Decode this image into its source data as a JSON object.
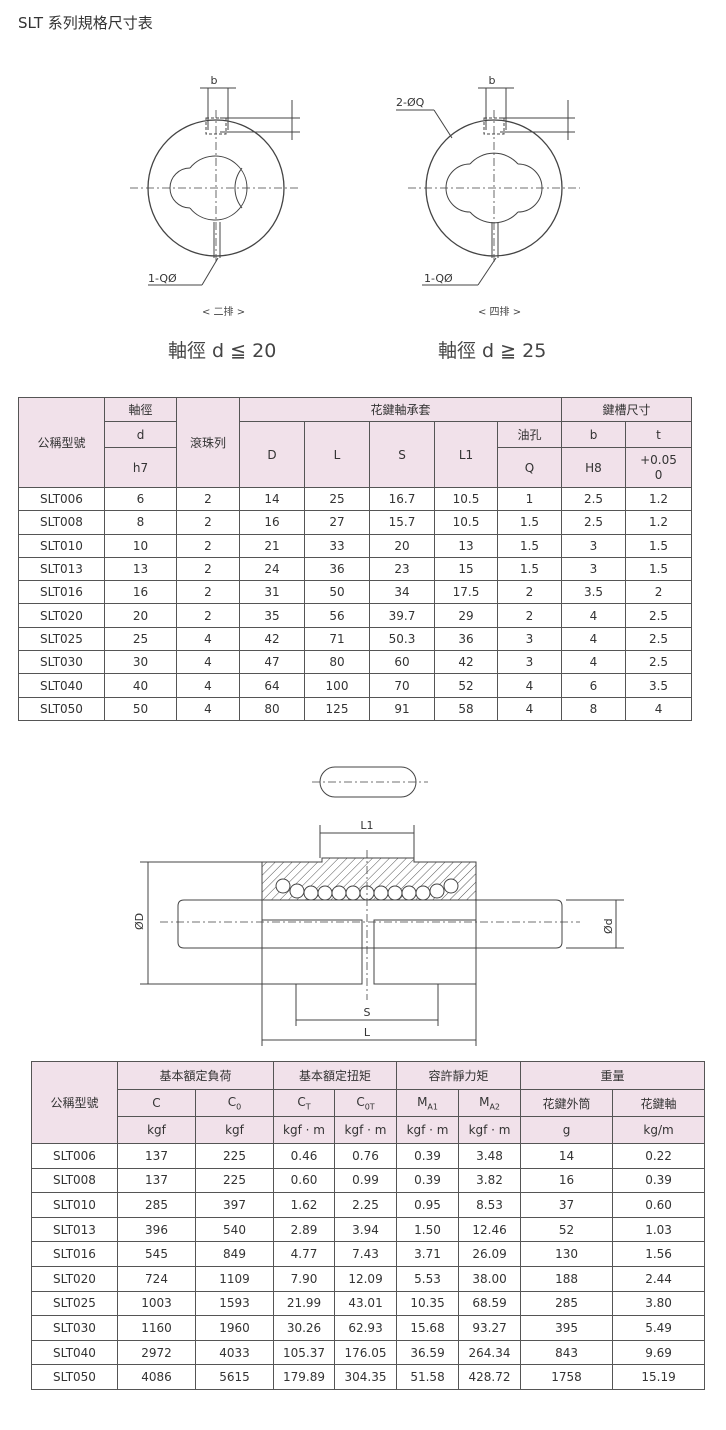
{
  "page_title": "SLT 系列規格尺寸表",
  "diagram1": {
    "dim_b_left": "b",
    "dim_b_right": "b",
    "label_2q": "2-ØQ",
    "label_1q_left": "1-QØ",
    "label_1q_right": "1-QØ",
    "sub_left": "< 二排 >",
    "sub_right": "< 四排 >",
    "caption_left": "軸徑 d ≦ 20",
    "caption_right": "軸徑 d ≧ 25"
  },
  "diagram2": {
    "label_l1": "L1",
    "label_od": "ØD",
    "label_d": "Ød",
    "label_s": "S",
    "label_l": "L"
  },
  "table1": {
    "h_model": "公稱型號",
    "h_shaft": "軸徑",
    "h_balls": "滾珠列",
    "h_bearing": "花鍵軸承套",
    "h_keyway": "鍵槽尺寸",
    "h_d": "d",
    "h_h7": "h7",
    "h_D": "D",
    "h_L": "L",
    "h_S": "S",
    "h_L1": "L1",
    "h_oil": "油孔",
    "h_Q": "Q",
    "h_b": "b",
    "h_H8": "H8",
    "h_t": "t",
    "h_tol1": "+0.05",
    "h_tol2": "0",
    "rows": [
      [
        "SLT006",
        "6",
        "2",
        "14",
        "25",
        "16.7",
        "10.5",
        "1",
        "2.5",
        "1.2"
      ],
      [
        "SLT008",
        "8",
        "2",
        "16",
        "27",
        "15.7",
        "10.5",
        "1.5",
        "2.5",
        "1.2"
      ],
      [
        "SLT010",
        "10",
        "2",
        "21",
        "33",
        "20",
        "13",
        "1.5",
        "3",
        "1.5"
      ],
      [
        "SLT013",
        "13",
        "2",
        "24",
        "36",
        "23",
        "15",
        "1.5",
        "3",
        "1.5"
      ],
      [
        "SLT016",
        "16",
        "2",
        "31",
        "50",
        "34",
        "17.5",
        "2",
        "3.5",
        "2"
      ],
      [
        "SLT020",
        "20",
        "2",
        "35",
        "56",
        "39.7",
        "29",
        "2",
        "4",
        "2.5"
      ],
      [
        "SLT025",
        "25",
        "4",
        "42",
        "71",
        "50.3",
        "36",
        "3",
        "4",
        "2.5"
      ],
      [
        "SLT030",
        "30",
        "4",
        "47",
        "80",
        "60",
        "42",
        "3",
        "4",
        "2.5"
      ],
      [
        "SLT040",
        "40",
        "4",
        "64",
        "100",
        "70",
        "52",
        "4",
        "6",
        "3.5"
      ],
      [
        "SLT050",
        "50",
        "4",
        "80",
        "125",
        "91",
        "58",
        "4",
        "8",
        "4"
      ]
    ]
  },
  "table2": {
    "h_model": "公稱型號",
    "h_load": "基本額定負荷",
    "h_torque": "基本額定扭矩",
    "h_static": "容許靜力矩",
    "h_weight": "重量",
    "h_C": "C",
    "h_C0": "C",
    "h_C0_sub": "0",
    "h_CT": "C",
    "h_CT_sub": "T",
    "h_C0T": "C",
    "h_C0T_sub": "0T",
    "h_MA1": "M",
    "h_MA1_sub": "A1",
    "h_MA2": "M",
    "h_MA2_sub": "A2",
    "h_outer": "花鍵外筒",
    "h_shaft": "花鍵軸",
    "u_kgf1": "kgf",
    "u_kgf2": "kgf",
    "u_kgfm1": "kgf · m",
    "u_kgfm2": "kgf · m",
    "u_kgfm3": "kgf · m",
    "u_kgfm4": "kgf · m",
    "u_g": "g",
    "u_kgm": "kg/m",
    "rows": [
      [
        "SLT006",
        "137",
        "225",
        "0.46",
        "0.76",
        "0.39",
        "3.48",
        "14",
        "0.22"
      ],
      [
        "SLT008",
        "137",
        "225",
        "0.60",
        "0.99",
        "0.39",
        "3.82",
        "16",
        "0.39"
      ],
      [
        "SLT010",
        "285",
        "397",
        "1.62",
        "2.25",
        "0.95",
        "8.53",
        "37",
        "0.60"
      ],
      [
        "SLT013",
        "396",
        "540",
        "2.89",
        "3.94",
        "1.50",
        "12.46",
        "52",
        "1.03"
      ],
      [
        "SLT016",
        "545",
        "849",
        "4.77",
        "7.43",
        "3.71",
        "26.09",
        "130",
        "1.56"
      ],
      [
        "SLT020",
        "724",
        "1109",
        "7.90",
        "12.09",
        "5.53",
        "38.00",
        "188",
        "2.44"
      ],
      [
        "SLT025",
        "1003",
        "1593",
        "21.99",
        "43.01",
        "10.35",
        "68.59",
        "285",
        "3.80"
      ],
      [
        "SLT030",
        "1160",
        "1960",
        "30.26",
        "62.93",
        "15.68",
        "93.27",
        "395",
        "5.49"
      ],
      [
        "SLT040",
        "2972",
        "4033",
        "105.37",
        "176.05",
        "36.59",
        "264.34",
        "843",
        "9.69"
      ],
      [
        "SLT050",
        "4086",
        "5615",
        "179.89",
        "304.35",
        "51.58",
        "428.72",
        "1758",
        "15.19"
      ]
    ]
  }
}
